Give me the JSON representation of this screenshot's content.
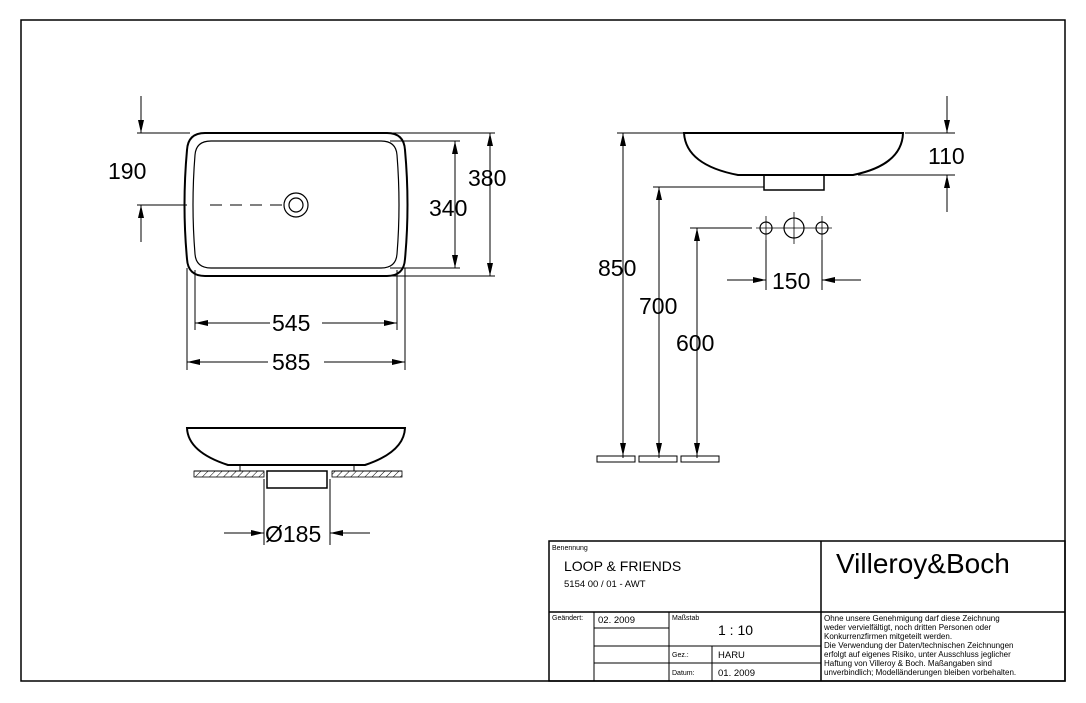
{
  "dimensions": {
    "d190": "190",
    "d380": "380",
    "d340": "340",
    "d545": "545",
    "d585": "585",
    "d110": "110",
    "d850": "850",
    "d700": "700",
    "d600": "600",
    "d150": "150",
    "d185": "Ø185"
  },
  "title_block": {
    "benennung_label": "Benennung",
    "product_name": "LOOP & FRIENDS",
    "article_number": "5154 00 / 01 - AWT",
    "brand": "Villeroy&Boch",
    "geaendert_label": "Geändert:",
    "geaendert_value": "02. 2009",
    "massstab_label": "Maßstab",
    "massstab_value": "1 : 10",
    "gez_label": "Gez.:",
    "gez_value": "HARU",
    "datum_label": "Datum:",
    "datum_value": "01. 2009",
    "notes": [
      "Ohne unsere Genehmigung darf diese Zeichnung",
      "weder vervielfältigt, noch dritten Personen oder",
      "Konkurrenzfirmen mitgeteilt werden.",
      "Die Verwendung der Daten/technischen Zeichnungen",
      "erfolgt auf eigenes Risiko, unter Ausschluss jeglicher",
      "Haftung von Villeroy & Boch. Maßangaben sind",
      "unverbindlich; Modelländerungen bleiben vorbehalten."
    ]
  }
}
